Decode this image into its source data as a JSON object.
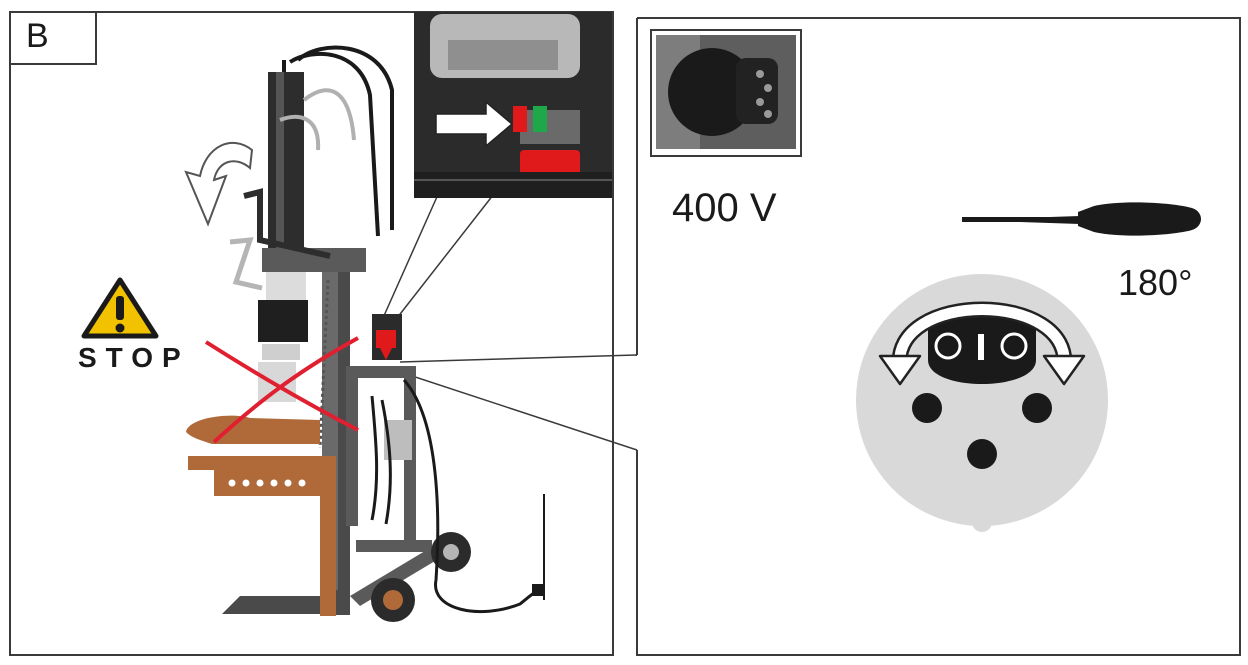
{
  "panel_label": "B",
  "warning": {
    "text": "STOP",
    "icon": "warning-triangle-icon"
  },
  "plug": {
    "voltage": "400 V",
    "rotation": "180°"
  },
  "colors": {
    "warning_yellow": "#f2c200",
    "switch_red": "#e01a1a",
    "switch_green": "#1ea84a",
    "machine_grey": "#4a4a4a",
    "wood_brown": "#b06a3a",
    "cross_red": "#e02030",
    "socket_grey": "#d9d9d9"
  }
}
